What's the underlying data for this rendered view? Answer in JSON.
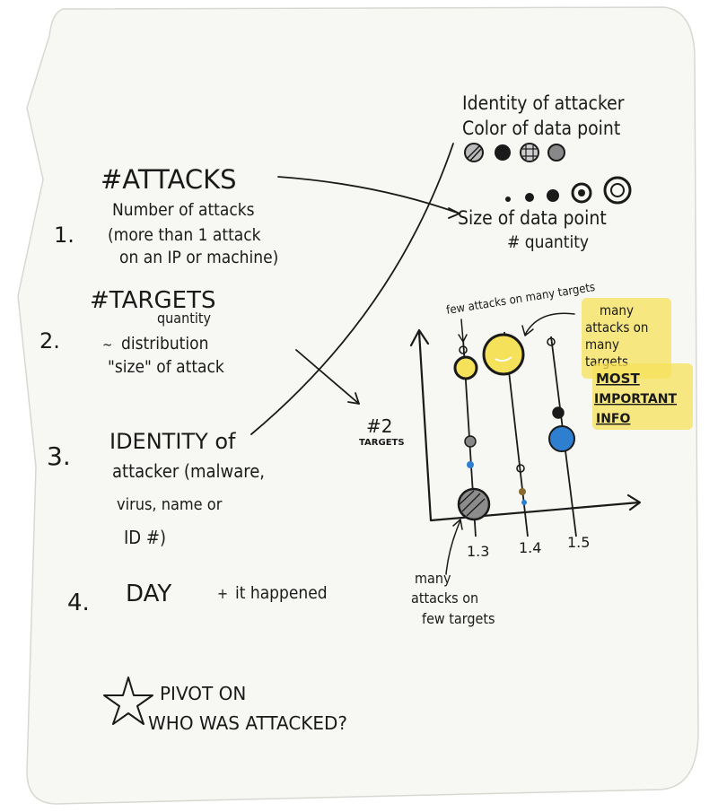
{
  "colors": {
    "paper": "#f7f7f3",
    "ink": "#1a1a1a",
    "highlight_yellow": "#f5e15a",
    "dot_blue": "#2f7fd0",
    "dot_brown": "#8a6a2f"
  },
  "list": {
    "items": [
      {
        "number": "1.",
        "title": "#ATTACKS",
        "lines": [
          "Number of attacks",
          "(more than 1 attack",
          "on an IP or machine)"
        ]
      },
      {
        "number": "2.",
        "title": "#TARGETS",
        "lines": [
          "quantity",
          "distribution",
          "\"size\" of attack"
        ],
        "marker": "~"
      },
      {
        "number": "3.",
        "title": "IDENTITY of",
        "lines": [
          "attacker (malware,",
          "virus, name or",
          "ID #)"
        ]
      },
      {
        "number": "4.",
        "title": "DAY",
        "lines": [
          "it happened"
        ],
        "marker": "+"
      }
    ]
  },
  "pivot": {
    "line1": "PIVOT ON",
    "line2": "WHO WAS ATTACKED?",
    "icon": "star-icon"
  },
  "legend": {
    "identity_line1": "Identity of attacker",
    "identity_line2": "Color of data point",
    "size_line1": "Size of data point",
    "size_line2": "# quantity"
  },
  "chart_data": {
    "type": "scatter",
    "y_axis_label_line1": "#2",
    "y_axis_label_line2": "TARGETS",
    "x_ticks": [
      "1.3",
      "1.4",
      "1.5"
    ],
    "annotations": {
      "few_attacks": "few attacks on many targets",
      "many_attacks_line1": "many",
      "many_attacks_line2": "attacks on",
      "many_attacks_line3": "many",
      "many_attacks_line4": "targets",
      "most_important_line1": "MOST",
      "most_important_line2": "IMPORTANT",
      "most_important_line3": "INFO",
      "many_few_line1": "many",
      "many_few_line2": "attacks on",
      "many_few_line3": "few targets"
    }
  }
}
